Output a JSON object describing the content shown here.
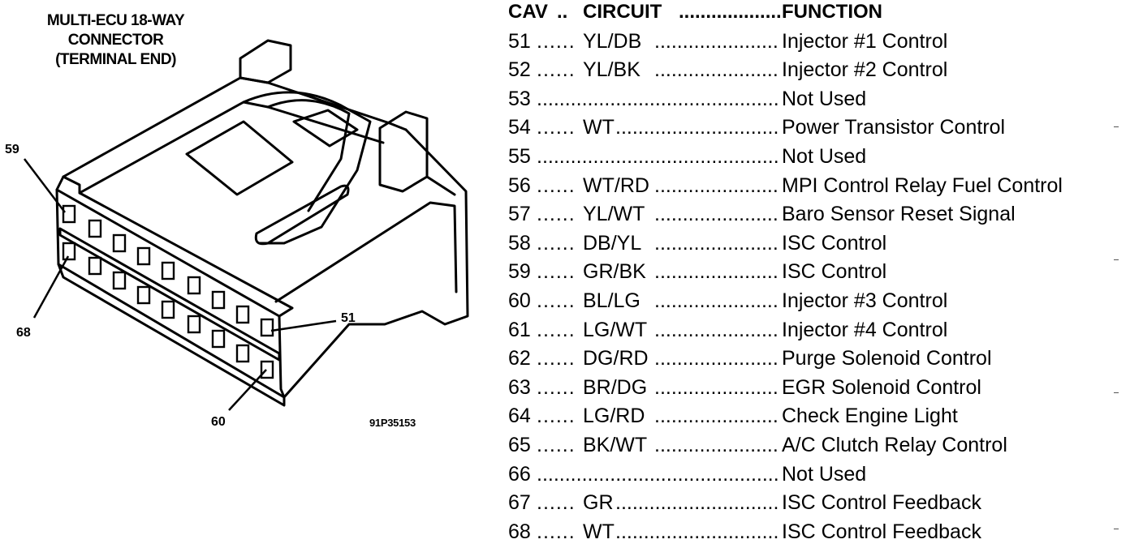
{
  "diagram": {
    "title_lines": [
      "MULTI-ECU 18-WAY",
      "CONNECTOR",
      "(TERMINAL END)"
    ],
    "pin_labels": {
      "top_left": "59",
      "bottom_left": "68",
      "top_right": "51",
      "bottom_right": "60"
    },
    "figure_id": "91P35153"
  },
  "table": {
    "header": {
      "cav": "CAV",
      "circuit": "CIRCUIT",
      "function": "FUNCTION"
    },
    "rows": [
      {
        "cav": "51",
        "circuit": "YL/DB",
        "function": "Injector #1 Control"
      },
      {
        "cav": "52",
        "circuit": "YL/BK",
        "function": "Injector #2 Control"
      },
      {
        "cav": "53",
        "circuit": "",
        "function": "Not Used"
      },
      {
        "cav": "54",
        "circuit": "WT",
        "function": "Power Transistor Control"
      },
      {
        "cav": "55",
        "circuit": "",
        "function": "Not Used"
      },
      {
        "cav": "56",
        "circuit": "WT/RD",
        "function": "MPI Control Relay Fuel Control"
      },
      {
        "cav": "57",
        "circuit": "YL/WT",
        "function": "Baro Sensor Reset Signal"
      },
      {
        "cav": "58",
        "circuit": "DB/YL",
        "function": "ISC Control"
      },
      {
        "cav": "59",
        "circuit": "GR/BK",
        "function": "ISC Control"
      },
      {
        "cav": "60",
        "circuit": "BL/LG",
        "function": "Injector #3 Control"
      },
      {
        "cav": "61",
        "circuit": "LG/WT",
        "function": "Injector #4 Control"
      },
      {
        "cav": "62",
        "circuit": "DG/RD",
        "function": "Purge Solenoid Control"
      },
      {
        "cav": "63",
        "circuit": "BR/DG",
        "function": "EGR Solenoid Control"
      },
      {
        "cav": "64",
        "circuit": "LG/RD",
        "function": "Check Engine Light"
      },
      {
        "cav": "65",
        "circuit": "BK/WT",
        "function": "A/C Clutch Relay Control"
      },
      {
        "cav": "66",
        "circuit": "",
        "function": "Not Used"
      },
      {
        "cav": "67",
        "circuit": "GR",
        "function": "ISC Control Feedback"
      },
      {
        "cav": "68",
        "circuit": "WT",
        "function": "ISC Control Feedback"
      }
    ]
  }
}
